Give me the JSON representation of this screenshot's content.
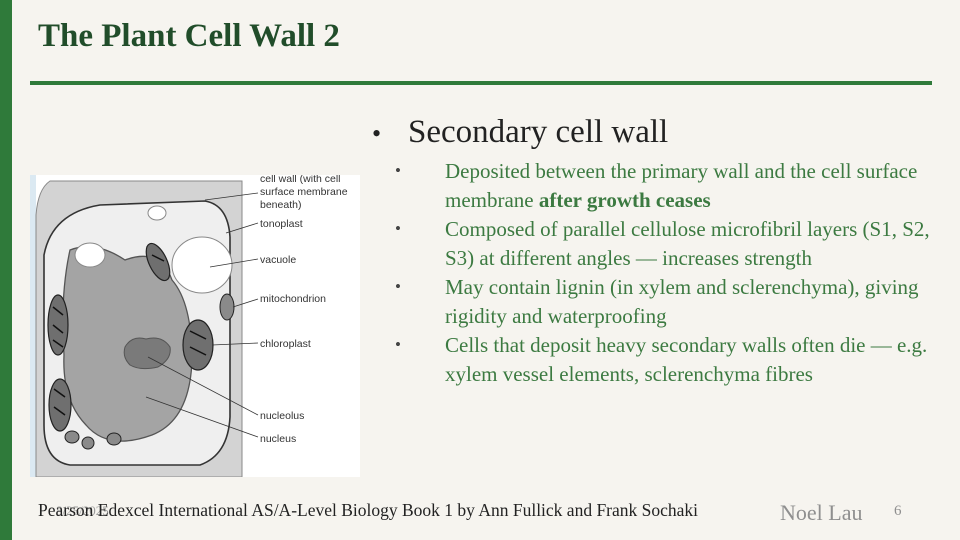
{
  "slide": {
    "title": "The Plant Cell Wall 2",
    "heading": "Secondary cell wall",
    "bullets": [
      {
        "pre": "Deposited between the primary wall and the cell surface membrane ",
        "bold": "after growth ceases"
      },
      {
        "pre": "Composed of parallel cellulose microfibril layers (S1, S2, S3) at different angles — increases strength",
        "bold": ""
      },
      {
        "pre": "May contain lignin (in xylem and sclerenchyma), giving rigidity and waterproofing",
        "bold": ""
      },
      {
        "pre": "Cells that deposit heavy secondary walls often die — e.g. xylem vessel elements, sclerenchyma fibres",
        "bold": ""
      }
    ],
    "bullet_glyph": "•",
    "source": "Pearson Edexcel International AS/A-Level Biology Book 1 by Ann Fullick and Frank Sochaki",
    "date": "8/25/2025",
    "author": "Noel Lau",
    "page_number": "6"
  },
  "diagram": {
    "labels": {
      "cell_wall": [
        "cell wall (with cell",
        "surface membrane",
        "beneath)"
      ],
      "tonoplast": "tonoplast",
      "vacuole": "vacuole",
      "mitochondrion": "mitochondrion",
      "chloroplast": "chloroplast",
      "nucleolus": "nucleolus",
      "nucleus": "nucleus"
    }
  },
  "colors": {
    "accent": "#2f7a3a",
    "title": "#214d2a",
    "bullet_text": "#3c7a41"
  }
}
